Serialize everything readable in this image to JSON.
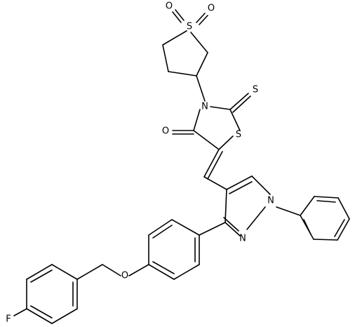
{
  "atoms": {
    "sulfone_s": "S",
    "sulfone_o_left": "O",
    "sulfone_o_right": "O",
    "ring_n": "N",
    "thione_s": "S",
    "ring_s": "S",
    "carbonyl_o": "O",
    "pyrazole_n1": "N",
    "pyrazole_n2": "N",
    "ether_o": "O",
    "fluorine": "F"
  }
}
